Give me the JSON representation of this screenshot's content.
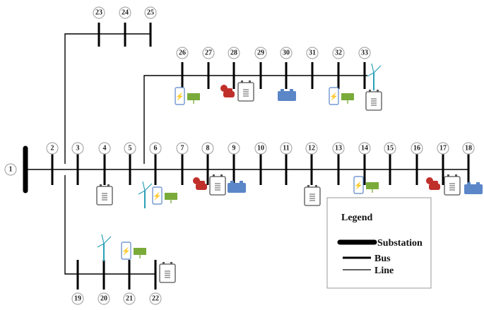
{
  "buses": [
    "1",
    "2",
    "3",
    "4",
    "5",
    "6",
    "7",
    "8",
    "9",
    "10",
    "11",
    "12",
    "13",
    "14",
    "15",
    "16",
    "17",
    "18",
    "19",
    "20",
    "21",
    "22",
    "23",
    "24",
    "25",
    "26",
    "27",
    "28",
    "29",
    "30",
    "31",
    "32",
    "33"
  ],
  "devices": {
    "capacitor_buses": [
      "4",
      "8",
      "12",
      "17",
      "22",
      "28",
      "33"
    ],
    "ev_buses": [
      "8",
      "17",
      "28"
    ],
    "pv_battery_buses": [
      "6",
      "14",
      "21",
      "26",
      "32"
    ],
    "wind_buses": [
      "6",
      "20",
      "33"
    ],
    "battery_buses": [
      "9",
      "18",
      "30"
    ]
  },
  "legend": {
    "title": "Legend",
    "items": [
      {
        "label": "Substation",
        "style": "substation"
      },
      {
        "label": "Bus",
        "style": "bus"
      },
      {
        "label": "Line",
        "style": "line"
      }
    ]
  },
  "colors": {
    "ev": "#c0302b",
    "pv": "#7aab3a",
    "battery": "#5b86c8",
    "wind": "#2a9fb8",
    "capacitor": "#555555"
  }
}
